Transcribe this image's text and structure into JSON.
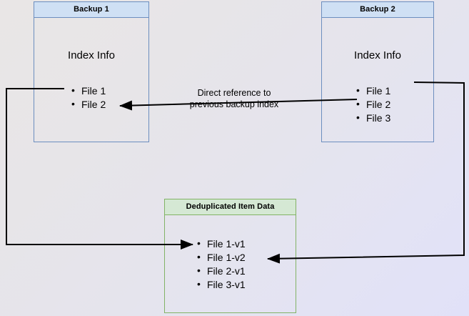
{
  "diagram": {
    "title_hidden": "",
    "colors": {
      "blue_border": "#6c8ebf",
      "blue_fill": "#cfe0f4",
      "green_border": "#82b366",
      "green_fill": "#d5e8d4",
      "edge": "#000000",
      "background_start": "#e9e6e6",
      "background_end": "#e1e1f8"
    },
    "boxes": {
      "backup1": {
        "header": "Backup 1",
        "section_label": "Index Info",
        "items": [
          "File 1",
          "File 2"
        ]
      },
      "backup2": {
        "header": "Backup 2",
        "section_label": "Index Info",
        "items": [
          "File 1",
          "File 2",
          "File 3"
        ]
      },
      "dedup": {
        "header": "Deduplicated Item Data",
        "items": [
          "File 1-v1",
          "File 1-v2",
          "File 2-v1",
          "File 3-v1"
        ]
      }
    },
    "edge_labels": {
      "direct_reference_line1": "Direct reference to",
      "direct_reference_line2": "previous backup index"
    }
  }
}
